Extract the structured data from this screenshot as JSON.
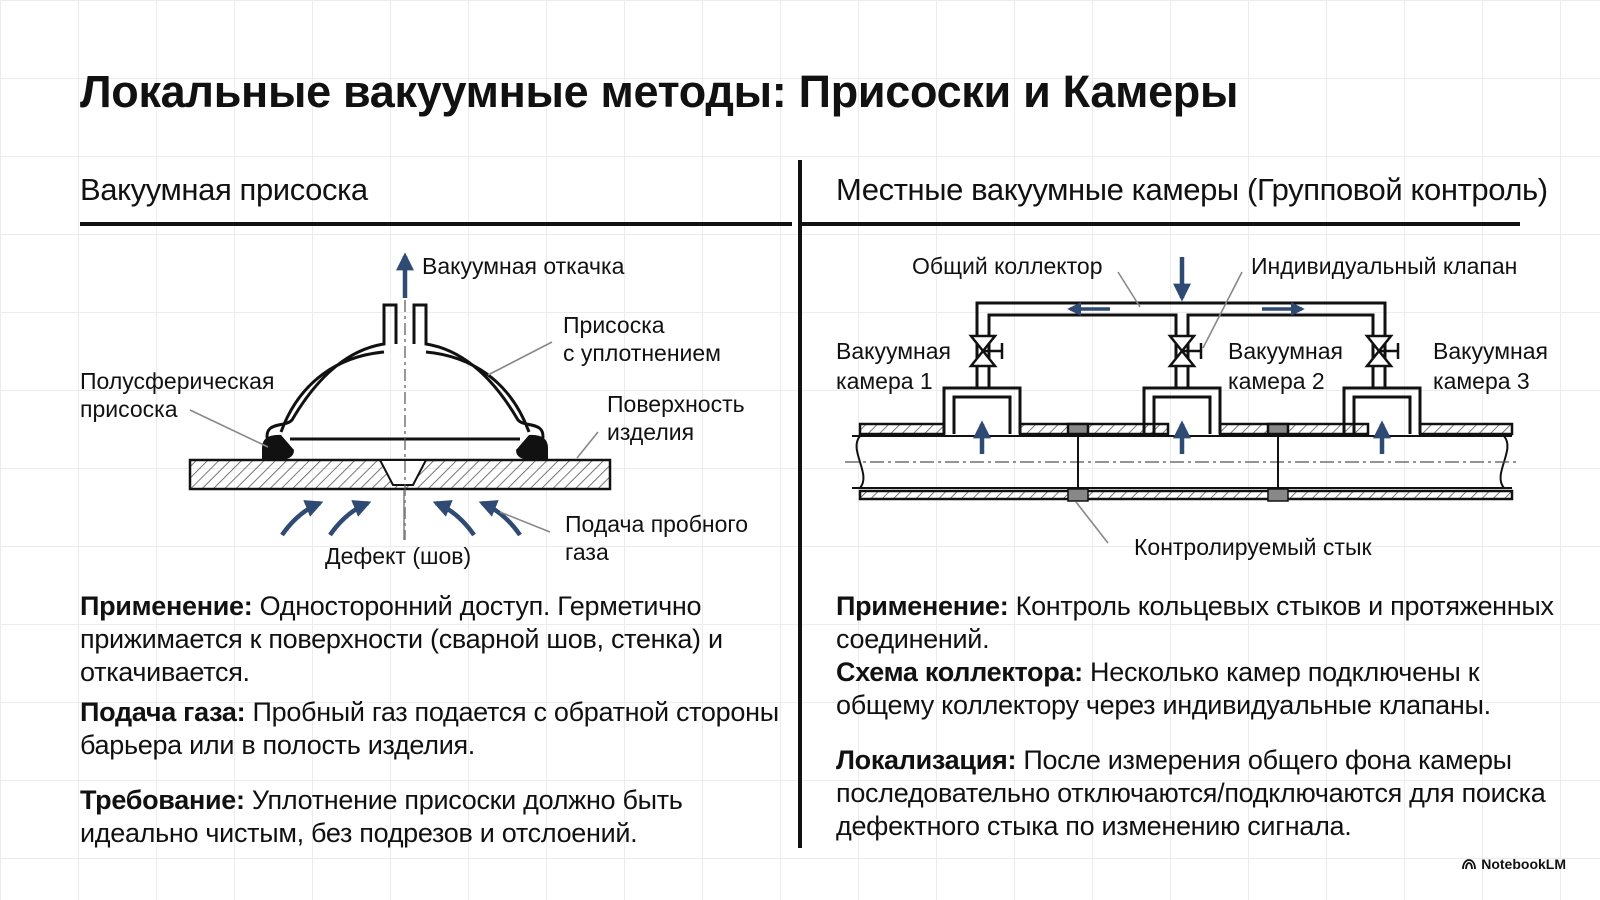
{
  "title": "Локальные вакуумные методы: Присоски и Камеры",
  "left": {
    "heading": "Вакуумная присоска",
    "labels": {
      "pumping": "Вакуумная откачка",
      "cup_seal_1": "Присоска",
      "cup_seal_2": "с уплотнением",
      "hemi_1": "Полусферическая",
      "hemi_2": "присоска",
      "surface_1": "Поверхность",
      "surface_2": "изделия",
      "gas_1": "Подача пробного",
      "gas_2": "газа",
      "defect": "Дефект (шов)"
    },
    "paragraphs": [
      {
        "term": "Применение:",
        "text": " Односторонний доступ. Герметично прижимается к поверхности (сварной шов, стенка) и откачивается."
      },
      {
        "term": "Подача газа:",
        "text": " Пробный газ подается с обратной стороны барьера или в полость изделия."
      },
      {
        "term": "Требование:",
        "text": " Уплотнение присоски должно быть идеально чистым, без подрезов и отслоений."
      }
    ]
  },
  "right": {
    "heading": "Местные вакуумные камеры (Групповой контроль)",
    "labels": {
      "manifold": "Общий коллектор",
      "valve": "Индивидуальный клапан",
      "cam1_1": "Вакуумная",
      "cam1_2": "камера 1",
      "cam2_1": "Вакуумная",
      "cam2_2": "камера 2",
      "cam3_1": "Вакуумная",
      "cam3_2": "камера 3",
      "joint": "Контролируемый стык"
    },
    "paragraphs": [
      {
        "term": "Применение:",
        "text": " Контроль кольцевых стыков и протяженных соединений."
      },
      {
        "term": "Схема коллектора:",
        "text": " Несколько камер подключены к общему коллектору через индивидуальные клапаны."
      },
      {
        "term": "Локализация:",
        "text": " После измерения общего фона камеры последовательно отключаются/подключаются для поиска дефектного стыка по изменению сигнала."
      }
    ]
  },
  "brand": "NotebookLM",
  "colors": {
    "arrow": "#2f4b73",
    "ink": "#111111",
    "hatch": "#555555"
  }
}
